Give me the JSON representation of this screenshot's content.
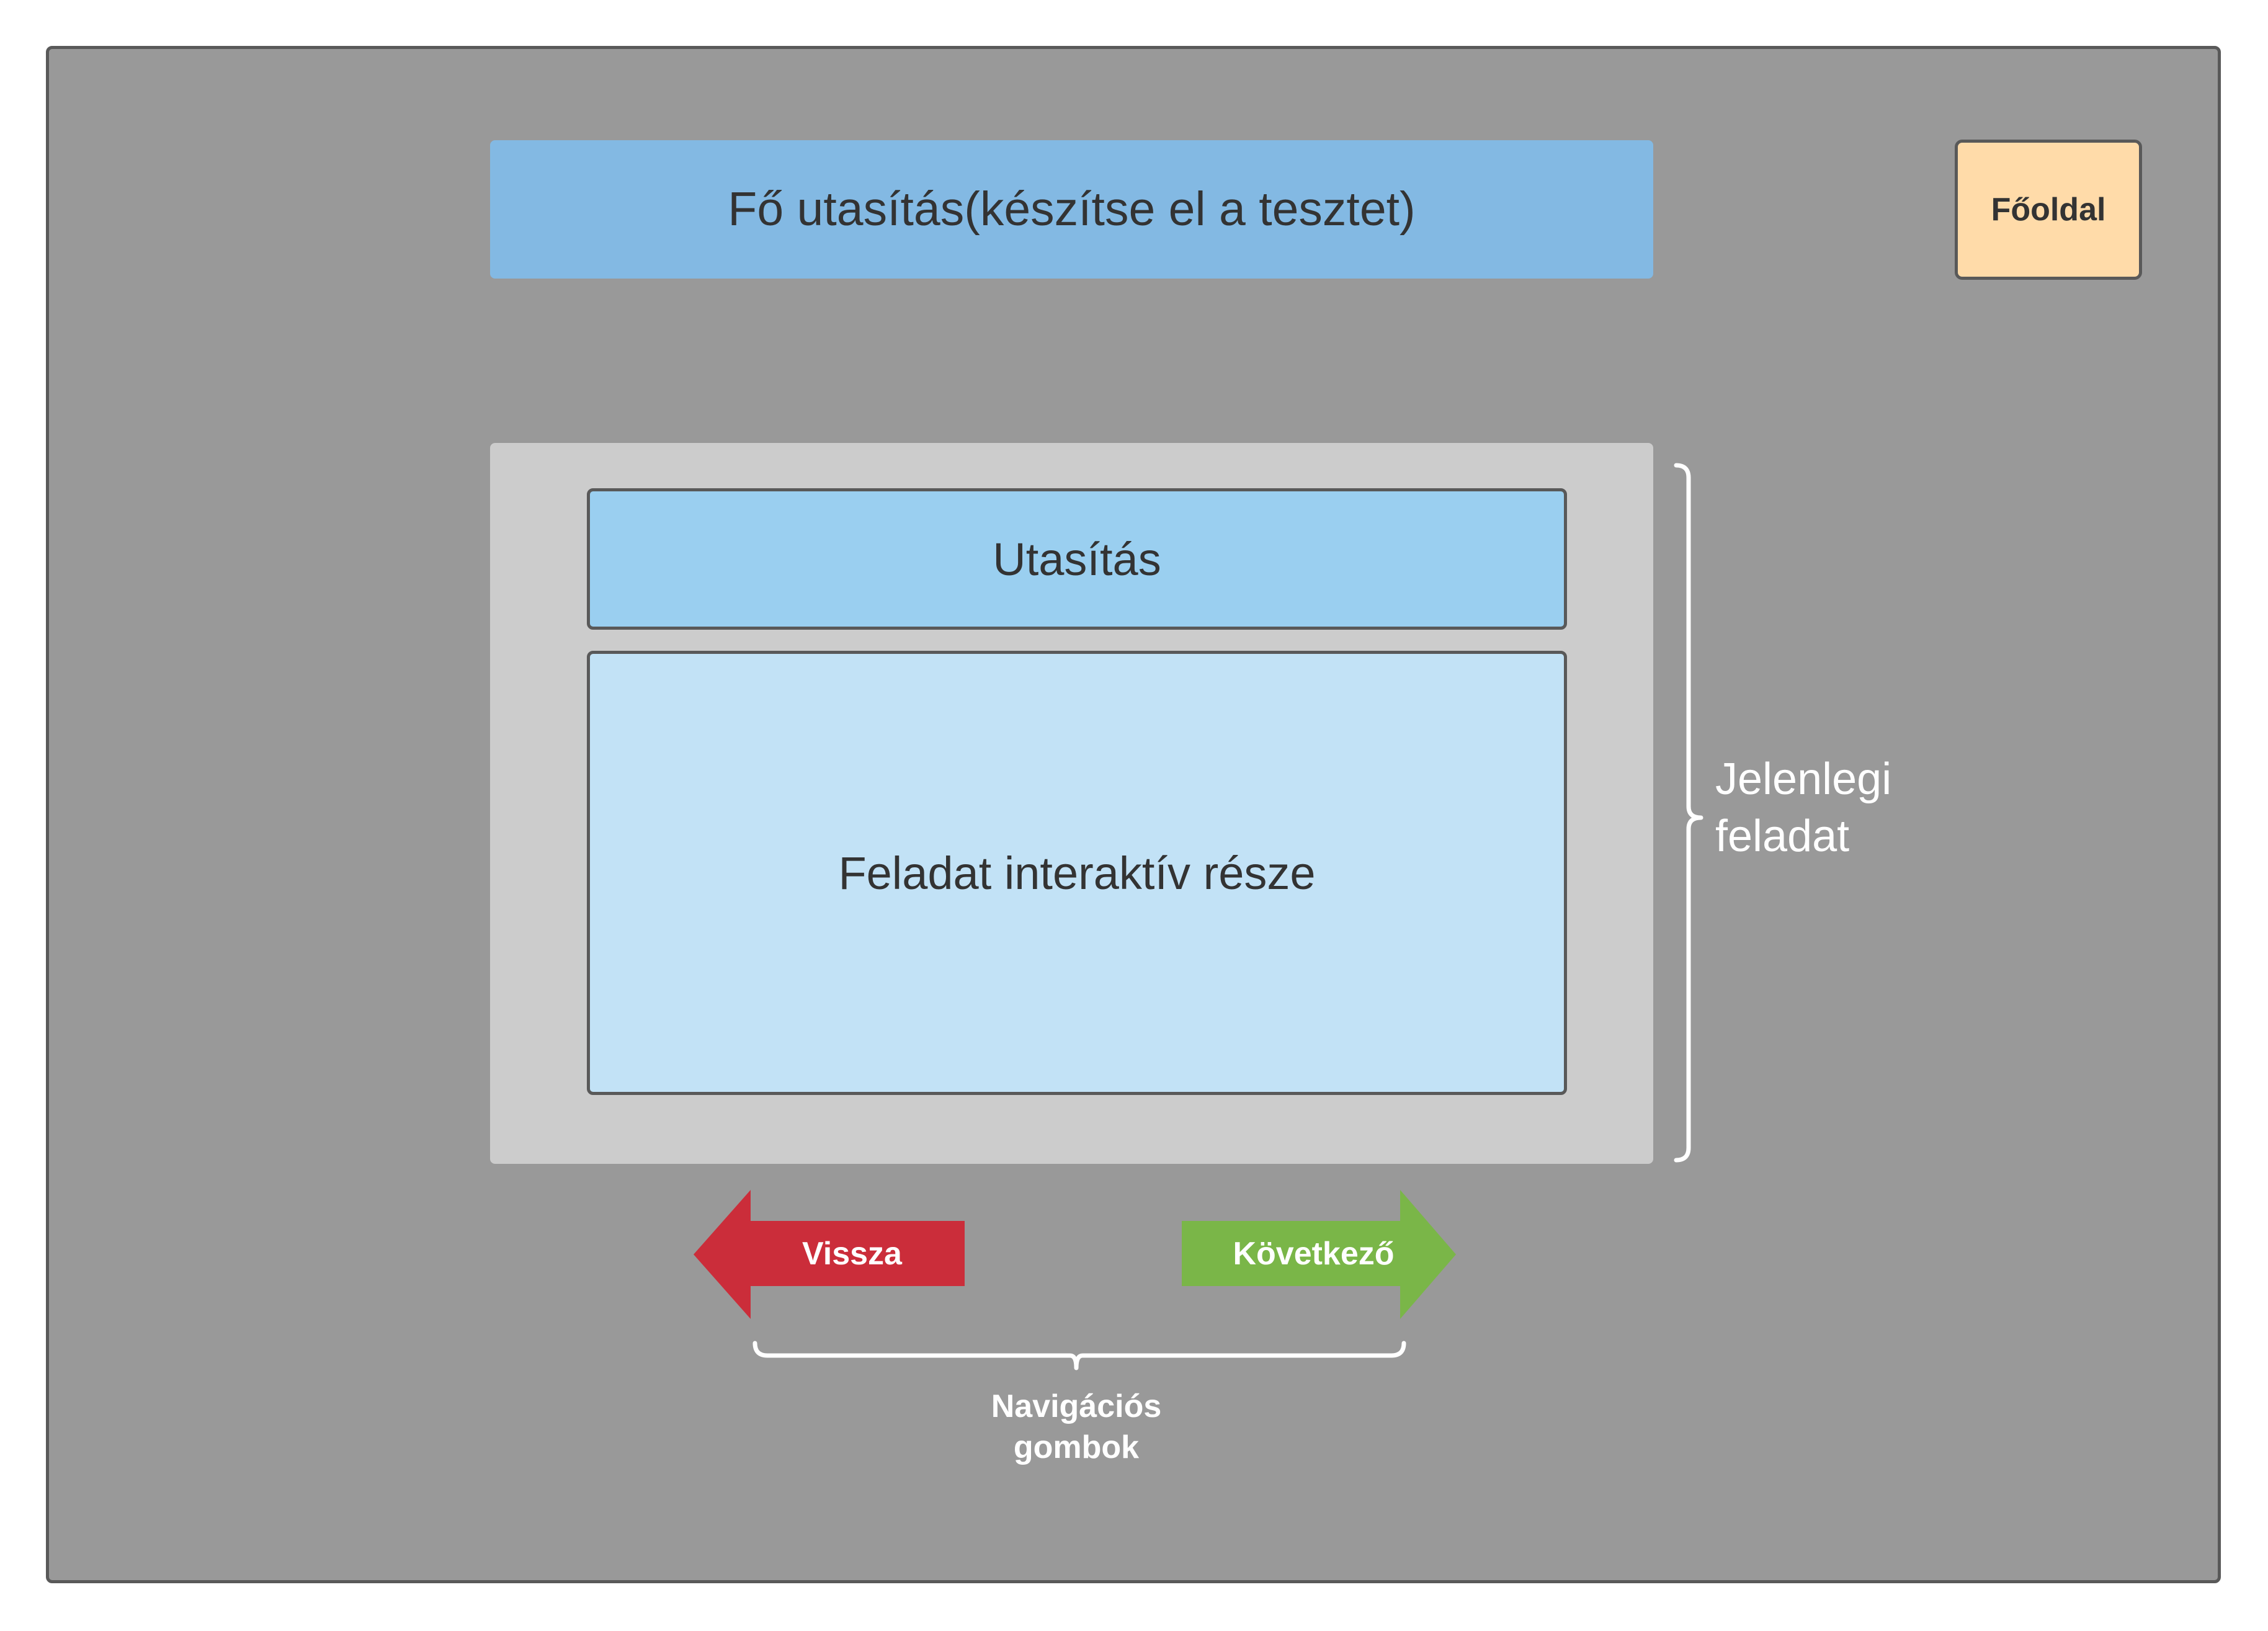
{
  "main_instruction": {
    "label": "Fő utasítás(készítse el a tesztet)",
    "color": "#83b9e3"
  },
  "home_button": {
    "label": "Főoldal",
    "color": "#ffdba9"
  },
  "task": {
    "instruction_label": "Utasítás",
    "interactive_label": "Feladat interaktív része",
    "bracket_label_line1": "Jelenlegi",
    "bracket_label_line2": "feladat"
  },
  "navigation": {
    "back_label": "Vissza",
    "back_color": "#cb2d3a",
    "next_label": "Következő",
    "next_color": "#7ab648",
    "caption_line1": "Navigációs",
    "caption_line2": "gombok"
  }
}
